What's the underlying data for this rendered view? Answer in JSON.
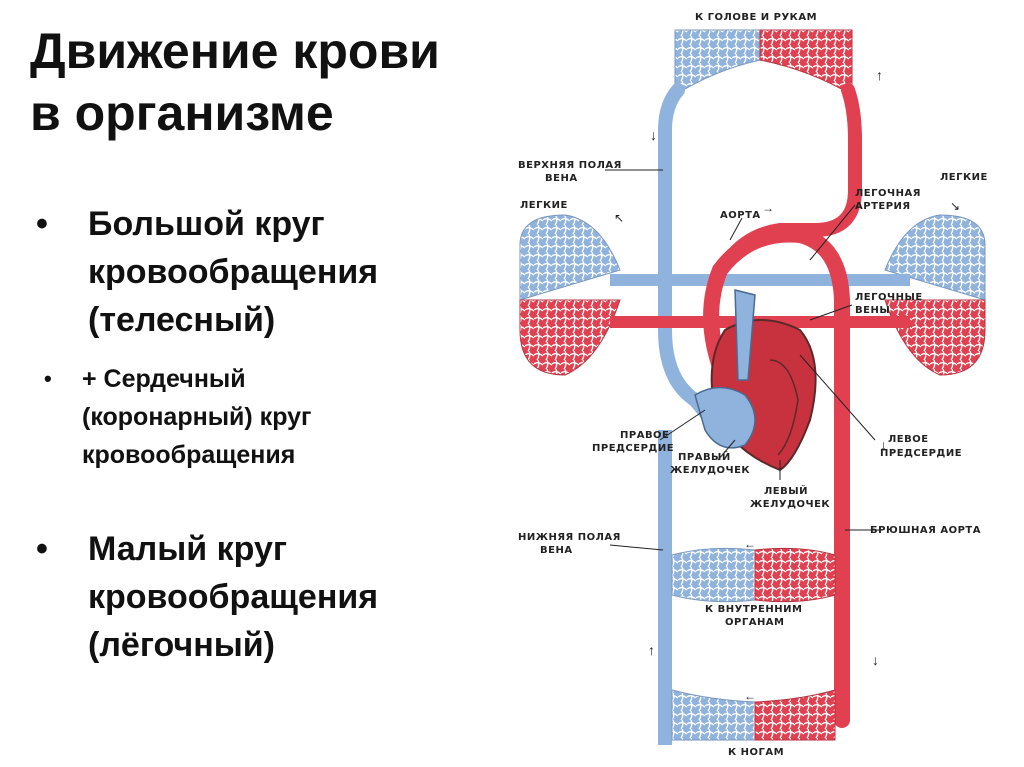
{
  "slide": {
    "title_line1": "Движение крови",
    "title_line2": "в организме",
    "bullets": [
      {
        "bullet": "•",
        "lines": [
          "Большой круг",
          "кровообращения",
          "(телесный)"
        ]
      },
      {
        "bullet": "•",
        "lines": [
          "+ Сердечный",
          "(коронарный) круг",
          "кровообращения"
        ]
      },
      {
        "bullet": "•",
        "lines": [
          "Малый круг",
          "кровообращения",
          "(лёгочный)"
        ]
      }
    ]
  },
  "diagram": {
    "labels": {
      "head_arms": "К ГОЛОВЕ И РУКАМ",
      "svc_1": "ВЕРХНЯЯ ПОЛАЯ",
      "svc_2": "ВЕНА",
      "lungs_left": "ЛЕГКИЕ",
      "lungs_right": "ЛЕГКИЕ",
      "aorta": "АОРТА",
      "pulm_artery_1": "ЛЕГОЧНАЯ",
      "pulm_artery_2": "АРТЕРИЯ",
      "pulm_veins_1": "ЛЕГОЧНЫЕ",
      "pulm_veins_2": "ВЕНЫ",
      "right_atrium_1": "ПРАВОЕ",
      "right_atrium_2": "ПРЕДСЕРДИЕ",
      "right_ventricle_1": "ПРАВЫЙ",
      "right_ventricle_2": "ЖЕЛУДОЧЕК",
      "left_ventricle_1": "ЛЕВЫЙ",
      "left_ventricle_2": "ЖЕЛУДОЧЕК",
      "left_atrium_1": "ЛЕВОЕ",
      "left_atrium_2": "ПРЕДСЕРДИЕ",
      "ivc_1": "НИЖНЯЯ ПОЛАЯ",
      "ivc_2": "ВЕНА",
      "abd_aorta": "БРЮШНАЯ АОРТА",
      "organs_1": "К ВНУТРЕННИМ",
      "organs_2": "ОРГАНАМ",
      "legs": "К НОГАМ"
    },
    "colors": {
      "arterial": "#e0404f",
      "venous": "#8fb3dd",
      "outline": "#5a2a2a",
      "label": "#222222"
    }
  }
}
